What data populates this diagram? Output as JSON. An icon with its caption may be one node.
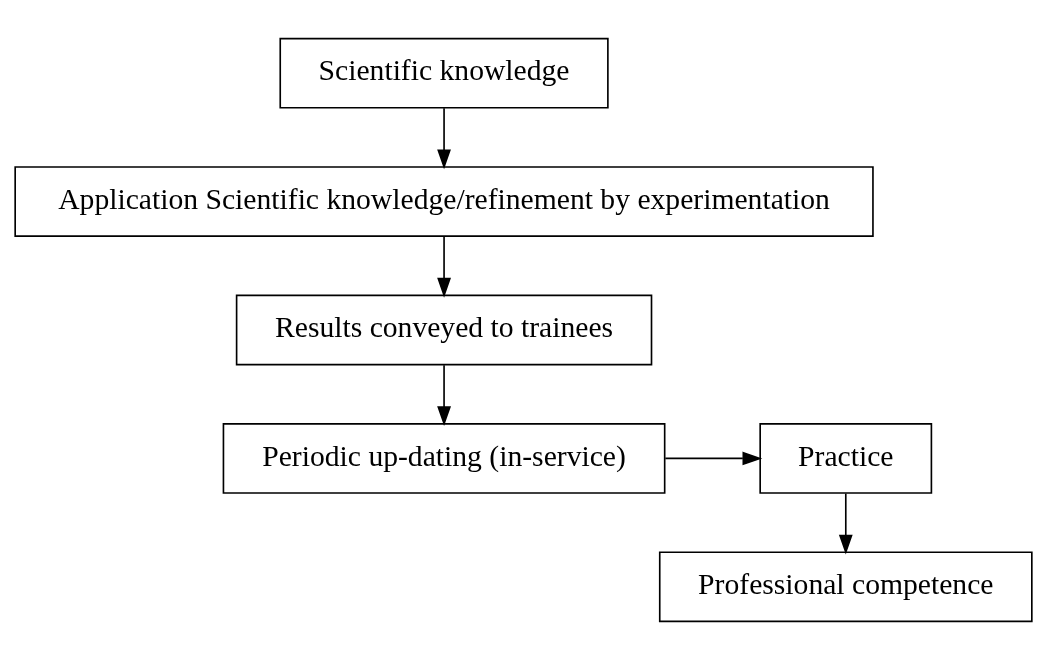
{
  "diagram": {
    "nodes": [
      {
        "text": [
          "Scientific knowledge"
        ]
      },
      {
        "text": [
          "Application Scientific knowledge/refinement by experimentation"
        ]
      },
      {
        "text": [
          "Results conveyed to trainees"
        ]
      },
      {
        "text": [
          "Periodic up-dating (in-service)"
        ]
      },
      {
        "text": [
          "Practice"
        ]
      },
      {
        "text": [
          "Professional competence"
        ]
      }
    ],
    "edges": [
      {
        "from": 0,
        "to": 1,
        "arrow": "to"
      },
      {
        "from": 1,
        "to": 2,
        "arrow": "to"
      },
      {
        "from": 2,
        "to": 3,
        "arrow": "to"
      },
      {
        "from": 3,
        "to": 4,
        "arrow": "to"
      },
      {
        "from": 4,
        "to": 5,
        "arrow": "to"
      }
    ]
  }
}
